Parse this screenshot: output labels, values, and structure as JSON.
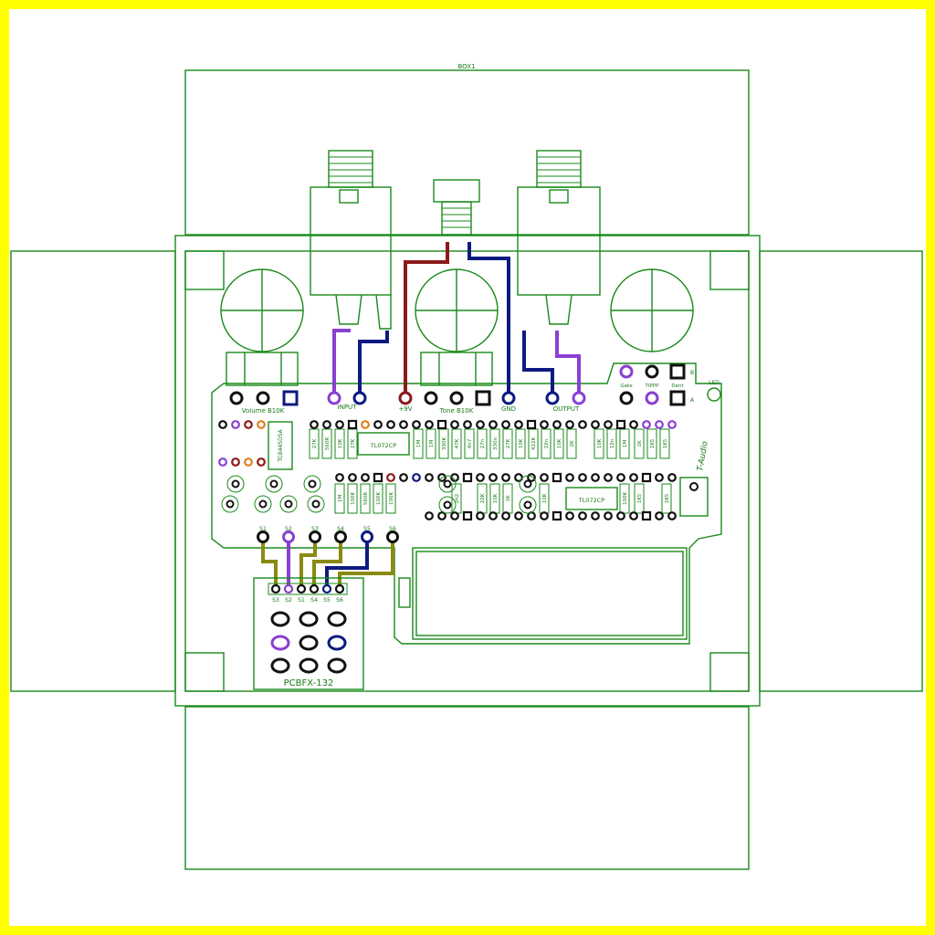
{
  "labels": {
    "box": "BOX1",
    "pcb_name": "PCBFX-132",
    "brand": "T-Audio",
    "pot_volume": "Volume B10K",
    "pot_tone": "Tone B10K",
    "input": "INPUT",
    "v9": "+9V",
    "gnd": "GND",
    "output": "OUTPUT",
    "led": "LED",
    "sw_labels": [
      "Gate",
      "TIPPP",
      "Dent"
    ],
    "sw_side": [
      "B",
      "A"
    ],
    "chip1": "TC8445D5A",
    "chip2": "TL072CP",
    "chip3": "TL072CP",
    "switch_pads": [
      "S1",
      "S2",
      "S3",
      "S4",
      "S5",
      "S6"
    ],
    "header_pads": [
      "S3",
      "S2",
      "S1",
      "S4",
      "S5",
      "S6"
    ]
  },
  "resistors_top": [
    "27K",
    "560R",
    "10K",
    "27K",
    "1M",
    "1M",
    "390K",
    "47K",
    "4n7",
    "27n",
    "330n",
    "27K",
    "10K",
    "422K",
    "22n",
    "10K",
    "2K",
    "10K",
    "12n",
    "1M",
    "1K",
    "1K5",
    "1K5"
  ],
  "resistors_bottom": [
    "1M",
    "100K",
    "560R",
    "100K",
    "100K",
    "2n2",
    "22K",
    "10K",
    "1K",
    "10K",
    "100K",
    "1K5",
    "1K5"
  ],
  "colors": {
    "outline": "#1a8a1a",
    "frame": "#ffff00",
    "red_wire": "#8b1a1a",
    "blue_wire": "#0d1a80",
    "purple_wire": "#8a3fd1",
    "olive_wire": "#8a8a10"
  }
}
